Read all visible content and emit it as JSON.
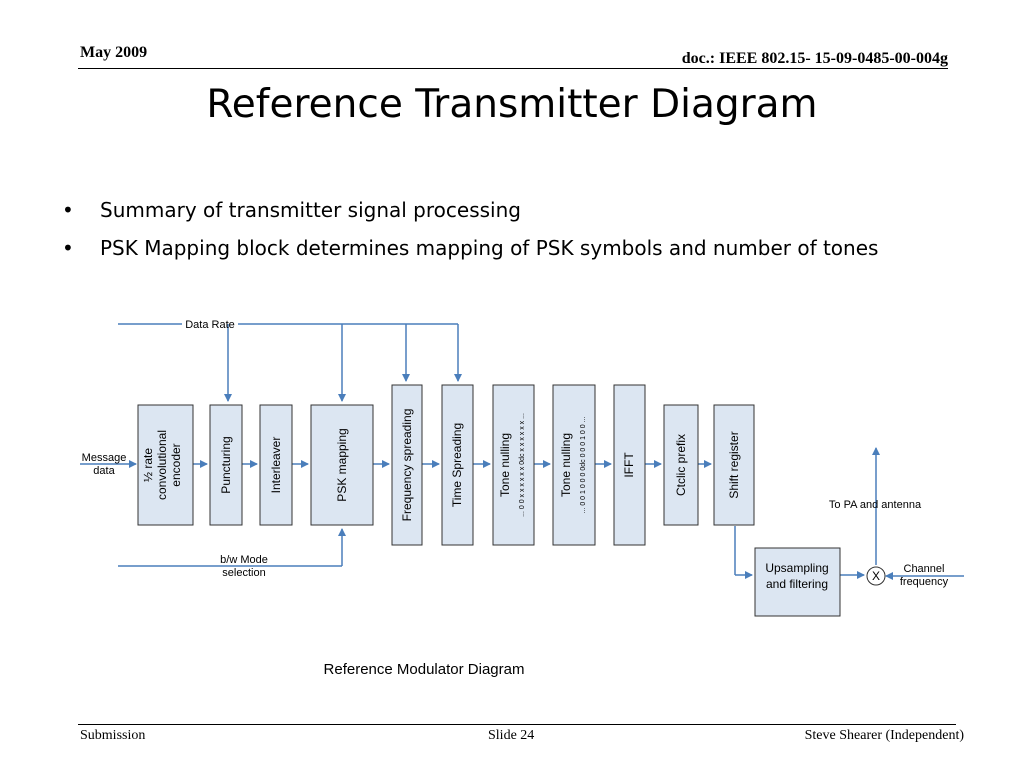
{
  "header": {
    "date": "May 2009",
    "doc_id": "doc.: IEEE 802.15- 15-09-0485-00-004g"
  },
  "title": "Reference Transmitter Diagram",
  "bullets": [
    "Summary of transmitter signal processing",
    "PSK Mapping block determines mapping of PSK symbols and number of tones"
  ],
  "diagram": {
    "caption": "Reference Modulator Diagram",
    "inputs": {
      "data_rate": "Data Rate",
      "message_data": [
        "Message",
        "data"
      ],
      "bw_mode": [
        "b/w Mode",
        "selection"
      ],
      "channel_frequency": [
        "Channel",
        "frequency"
      ]
    },
    "output": "To PA and antenna",
    "blocks": {
      "encoder": [
        "½ rate",
        "convolutional",
        "encoder"
      ],
      "puncturing": "Puncturing",
      "interleaver": "Interleaver",
      "psk_mapping": "PSK mapping",
      "frequency_spreading": "Frequency spreading",
      "time_spreading": "Time Spreading",
      "tone_nulling_1": "Tone nulling",
      "tone_nulling_1_pattern": "... 0 0 x x x x x x 0dc x x x x x x ...",
      "tone_nulling_2": "Tone nulling",
      "tone_nulling_2_pattern": "... 0 0 1 0 0 0 0dc 0 0 0 1 0 0 ...",
      "ifft": "IFFT",
      "cyclic_prefix": "Ctclic prefix",
      "shift_register": "Shift register",
      "upsampling": [
        "Upsampling",
        "and filtering"
      ]
    },
    "mixer_symbol": "X",
    "colors": {
      "block_fill": "#dce6f2",
      "block_stroke": "#333333",
      "arrow": "#4a7ebb"
    }
  },
  "footer": {
    "left": "Submission",
    "center": "Slide 24",
    "right": "Steve Shearer  (Independent)"
  }
}
